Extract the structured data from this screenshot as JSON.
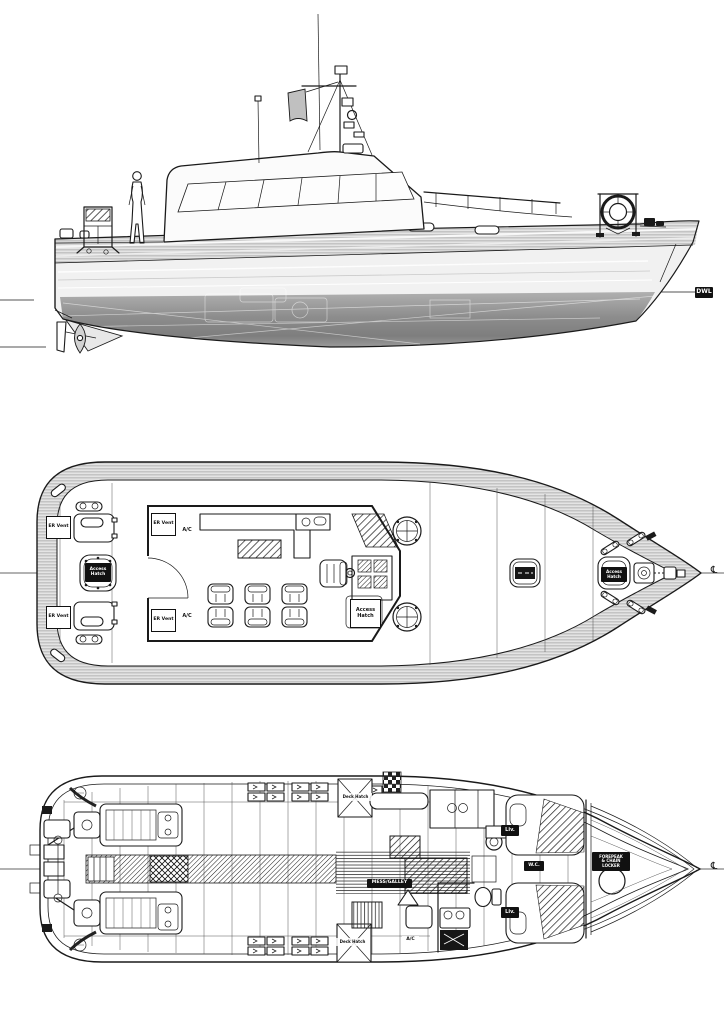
{
  "page": {
    "description": "General arrangement blueprint of a patrol boat: side profile, main deck plan and lower deck plan",
    "background": "#ffffff"
  },
  "colors": {
    "line": "#1a1a1a",
    "collar_gray": "#d7d7d7",
    "hull_topside": "#f1f1f1",
    "hull_bottom_dark": "#858585",
    "flag_gray": "#c0c0c0",
    "label_inverse_bg": "#111111",
    "label_box_bg": "#ffffff"
  },
  "labels": {
    "profile": {
      "dwl": "DWL"
    },
    "main_deck": {
      "er_vent": "ER Vent",
      "ac": "A/C",
      "access": "Access",
      "hatch": "Hatch",
      "centerline": "℄"
    },
    "lower_deck": {
      "deck_hatch": "Deck Hatch",
      "mess_galley": "MESS/GALLEY",
      "living": "Liv.",
      "forepeak_1": "FOREPEAK",
      "forepeak_2": "& CHAIN",
      "forepeak_3": "LOCKER",
      "ac": "A/C",
      "wc": "W.C.",
      "centerline": "℄"
    }
  }
}
